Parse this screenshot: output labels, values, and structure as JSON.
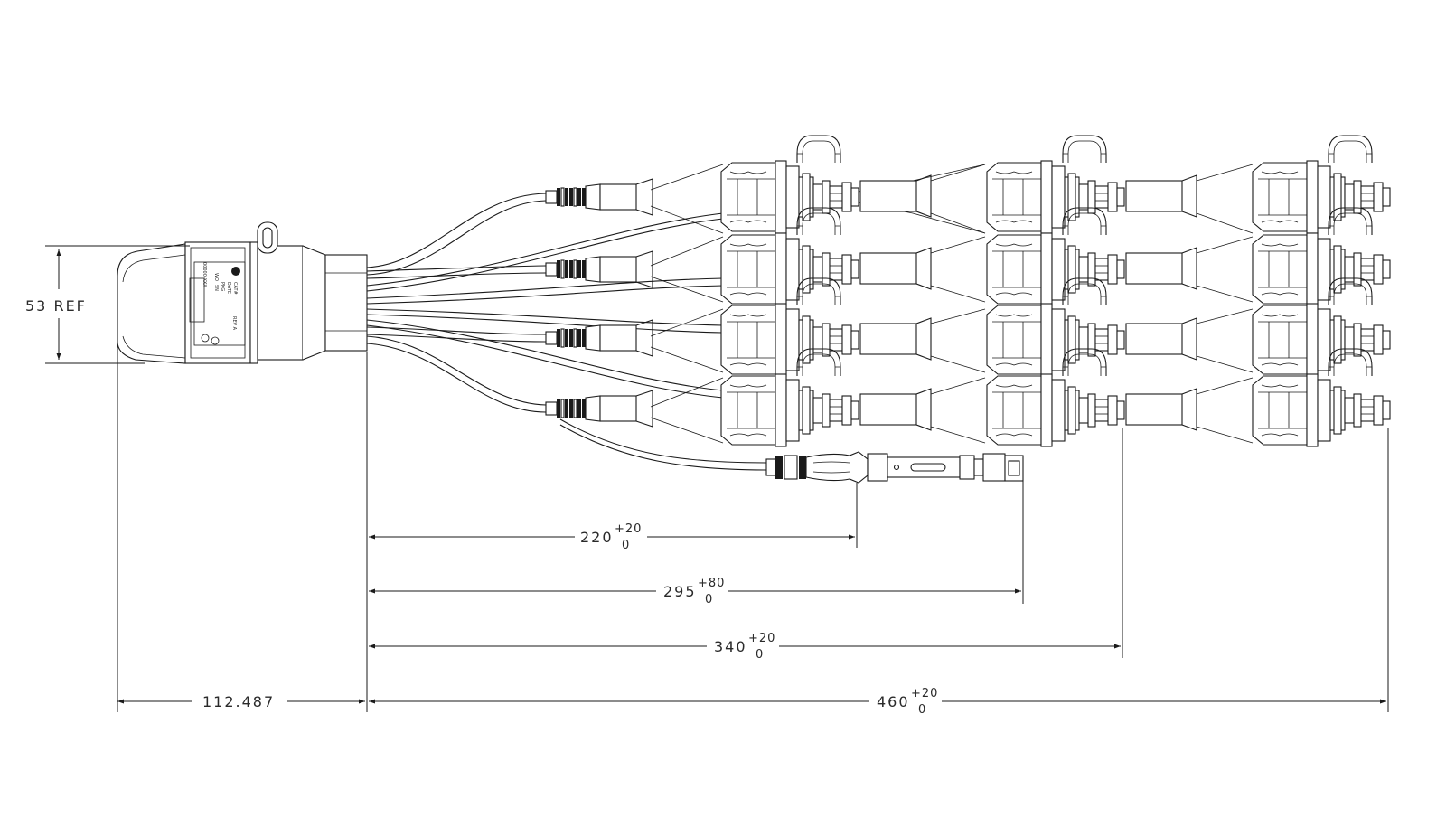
{
  "drawing": {
    "left_height": {
      "value": "53 REF"
    },
    "connector_label": {
      "cat": "CAT#",
      "date": "DATE",
      "pkg": "PKG",
      "wo": "WO",
      "sn": "SN",
      "rev": "REV A",
      "part": "00000-XXX"
    },
    "dimensions": [
      {
        "id": "housing",
        "value": "112.487",
        "plus": "",
        "minus": ""
      },
      {
        "id": "d220",
        "value": "220",
        "plus": "+20",
        "minus": "0"
      },
      {
        "id": "d295",
        "value": "295",
        "plus": "+80",
        "minus": "0"
      },
      {
        "id": "d340",
        "value": "340",
        "plus": "+20",
        "minus": "0"
      },
      {
        "id": "d460",
        "value": "460",
        "plus": "+20",
        "minus": "0"
      }
    ]
  }
}
